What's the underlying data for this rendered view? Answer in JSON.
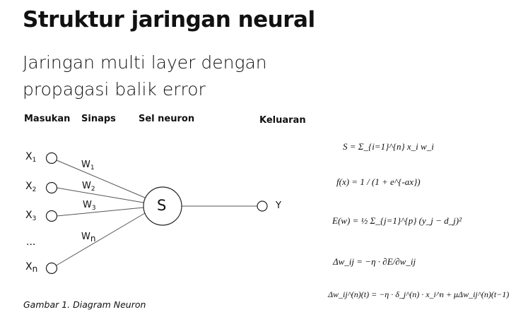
{
  "title": "Struktur jaringan neural",
  "subtitle_lines": [
    "Jaringan multi layer dengan",
    "propagasi balik error"
  ],
  "column_headers": {
    "input": "Masukan",
    "synapse": "Sinaps",
    "neuron": "Sel neuron",
    "output": "Keluaran"
  },
  "inputs": [
    {
      "label": "X",
      "sub": "1"
    },
    {
      "label": "X",
      "sub": "2"
    },
    {
      "label": "X",
      "sub": "3"
    },
    {
      "label": "...",
      "sub": ""
    },
    {
      "label": "X",
      "sub": "n"
    }
  ],
  "weights": [
    {
      "label": "W",
      "sub": "1"
    },
    {
      "label": "W",
      "sub": "2"
    },
    {
      "label": "W",
      "sub": "3"
    },
    {
      "label": "W",
      "sub": "n"
    }
  ],
  "neuron_label": "S",
  "output_label": "Y",
  "caption": "Gambar 1. Diagram Neuron",
  "formulas": [
    "S = Σ_{i=1}^{n} x_i w_i",
    "f(x) = 1 / (1 + e^{-ax})",
    "E(w) = ½ Σ_{j=1}^{p} (y_j − d_j)²",
    "Δw_ij = −η · ∂E/∂w_ij",
    "Δw_ij^(n)(t) = −η · δ_j^(n) · x_i^n + μΔw_ij^(n)(t−1)"
  ]
}
